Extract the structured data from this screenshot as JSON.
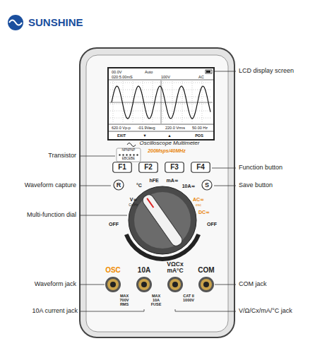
{
  "diagram": {
    "nodes": [
      {
        "text": [
          "F1"
        ]
      },
      {
        "text": [
          "F2"
        ]
      },
      {
        "text": [
          "F3"
        ]
      },
      {
        "text": [
          "F4"
        ]
      },
      {
        "text": [
          "R"
        ]
      },
      {
        "text": [
          "S"
        ]
      }
    ],
    "labels": [
      "SUNSHINE",
      "00.0V",
      "Auto",
      "100V",
      "AC",
      "020:5.00mS",
      "620.0 Vp-p",
      "-01.9Vavg",
      "220.0 Vrms",
      "50.00 Hz",
      "EXIT",
      "▼",
      "▲",
      "POS",
      "Oscilloscope Multimeter",
      "200Msps/40MHz",
      "NPNPNP",
      "EBCEBE",
      "hFE",
      "mA≂",
      "°C",
      "10A≂",
      "AC≂",
      "osc",
      "DC≂",
      "V≂",
      "Cx/Hz",
      "OFF",
      "OFF",
      "OSC",
      "10A",
      "VΩCx mA°C",
      "COM",
      "MAX 700V RMS",
      "MAX 10A FUSE",
      "CAT II 1000V",
      "LCD display screen",
      "Transistor",
      "Function button",
      "Waveform capture",
      "Save button",
      "Multi-function dial",
      "Waveform jack",
      "COM jack",
      "10A current jack",
      "V/Ω/Cx/mA/°C jack"
    ]
  }
}
